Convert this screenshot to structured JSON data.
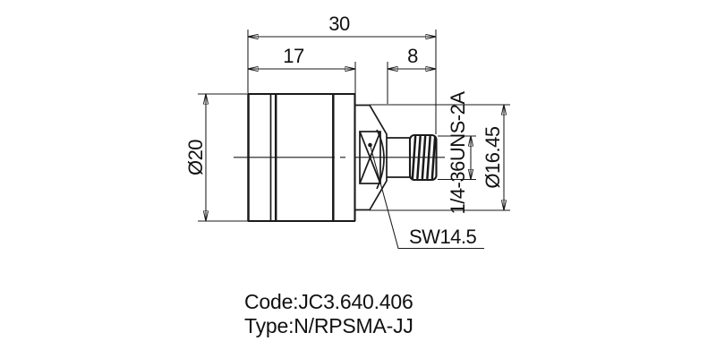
{
  "drawing": {
    "dims": {
      "overall_length": "30",
      "body_length": "17",
      "interface_length": "8",
      "body_diameter": "Ø20",
      "hex_diameter": "Ø16.45",
      "thread_spec": "1/4-36UNS-2A",
      "wrench_size": "SW14.5"
    },
    "notes": {
      "code": "Code:JC3.640.406",
      "type": "Type:N/RPSMA-JJ"
    },
    "colors": {
      "line": "#1a1a1a",
      "background": "#ffffff"
    }
  }
}
